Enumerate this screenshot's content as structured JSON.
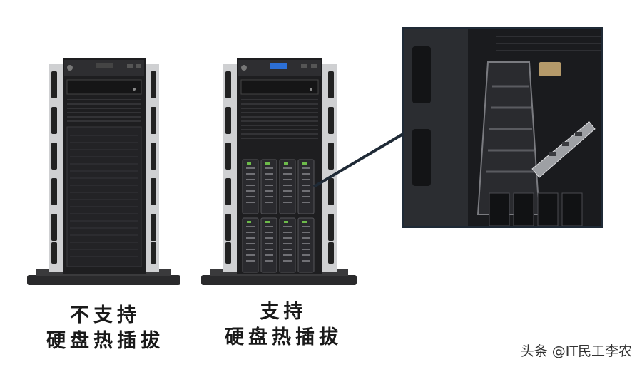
{
  "left_server": {
    "caption_line1": "不支持",
    "caption_line2": "硬盘热插拔"
  },
  "right_server": {
    "caption_line1": "支持",
    "caption_line2": "硬盘热插拔"
  },
  "watermark": "头条 @IT民工李农",
  "colors": {
    "server_body": "#1e1e20",
    "server_side": "#cfd0d2",
    "accent_blue": "#2c6fd6",
    "callout_line": "#1f2a36"
  }
}
